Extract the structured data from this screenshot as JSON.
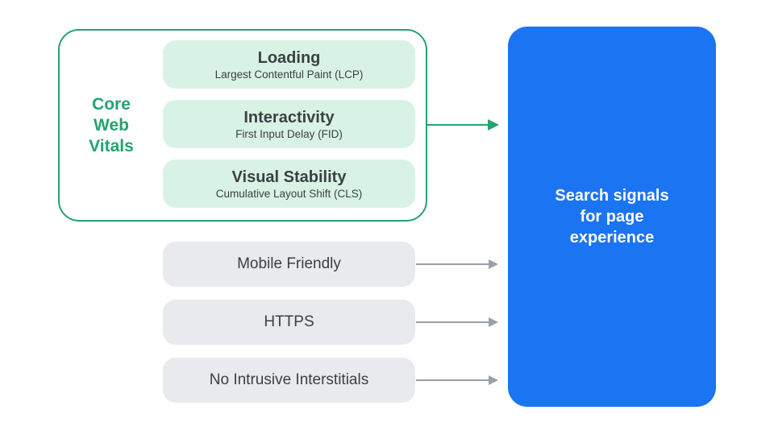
{
  "diagram_title": "Search signals for page experience diagram",
  "colors": {
    "green": "#23A36F",
    "green_light": "#D8F3E5",
    "gray_box": "#E8EAED",
    "text_dark": "#3C4043",
    "arrow_gray": "#9AA0A6",
    "blue": "#1B74F2",
    "text_white": "#FFFFFF"
  },
  "core_web_vitals": {
    "label": "Core\nWeb\nVitals",
    "items": [
      {
        "title": "Loading",
        "subtitle": "Largest Contentful Paint (LCP)"
      },
      {
        "title": "Interactivity",
        "subtitle": "First Input Delay (FID)"
      },
      {
        "title": "Visual Stability",
        "subtitle": "Cumulative Layout Shift (CLS)"
      }
    ]
  },
  "other_signals": [
    {
      "label": "Mobile Friendly"
    },
    {
      "label": "HTTPS"
    },
    {
      "label": "No Intrusive Interstitials"
    }
  ],
  "result": {
    "label": "Search signals\nfor page\nexperience"
  }
}
